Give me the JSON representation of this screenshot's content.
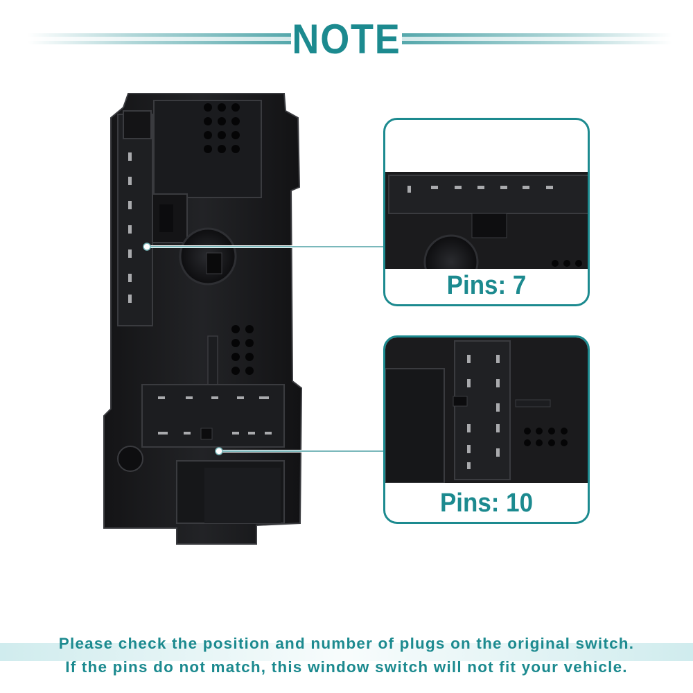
{
  "header": {
    "title": "NOTE"
  },
  "callouts": [
    {
      "label": "Pins: 7",
      "pin_count": 7
    },
    {
      "label": "Pins: 10",
      "pin_count": 10
    }
  ],
  "footer": {
    "line1": "Please check the position and number of plugs on the original switch.",
    "line2": "If the pins do not match, this window switch will not fit your vehicle."
  },
  "colors": {
    "accent": "#1c8a8f",
    "product": "#1b1b1d",
    "product_edge": "#3a3b3f"
  }
}
